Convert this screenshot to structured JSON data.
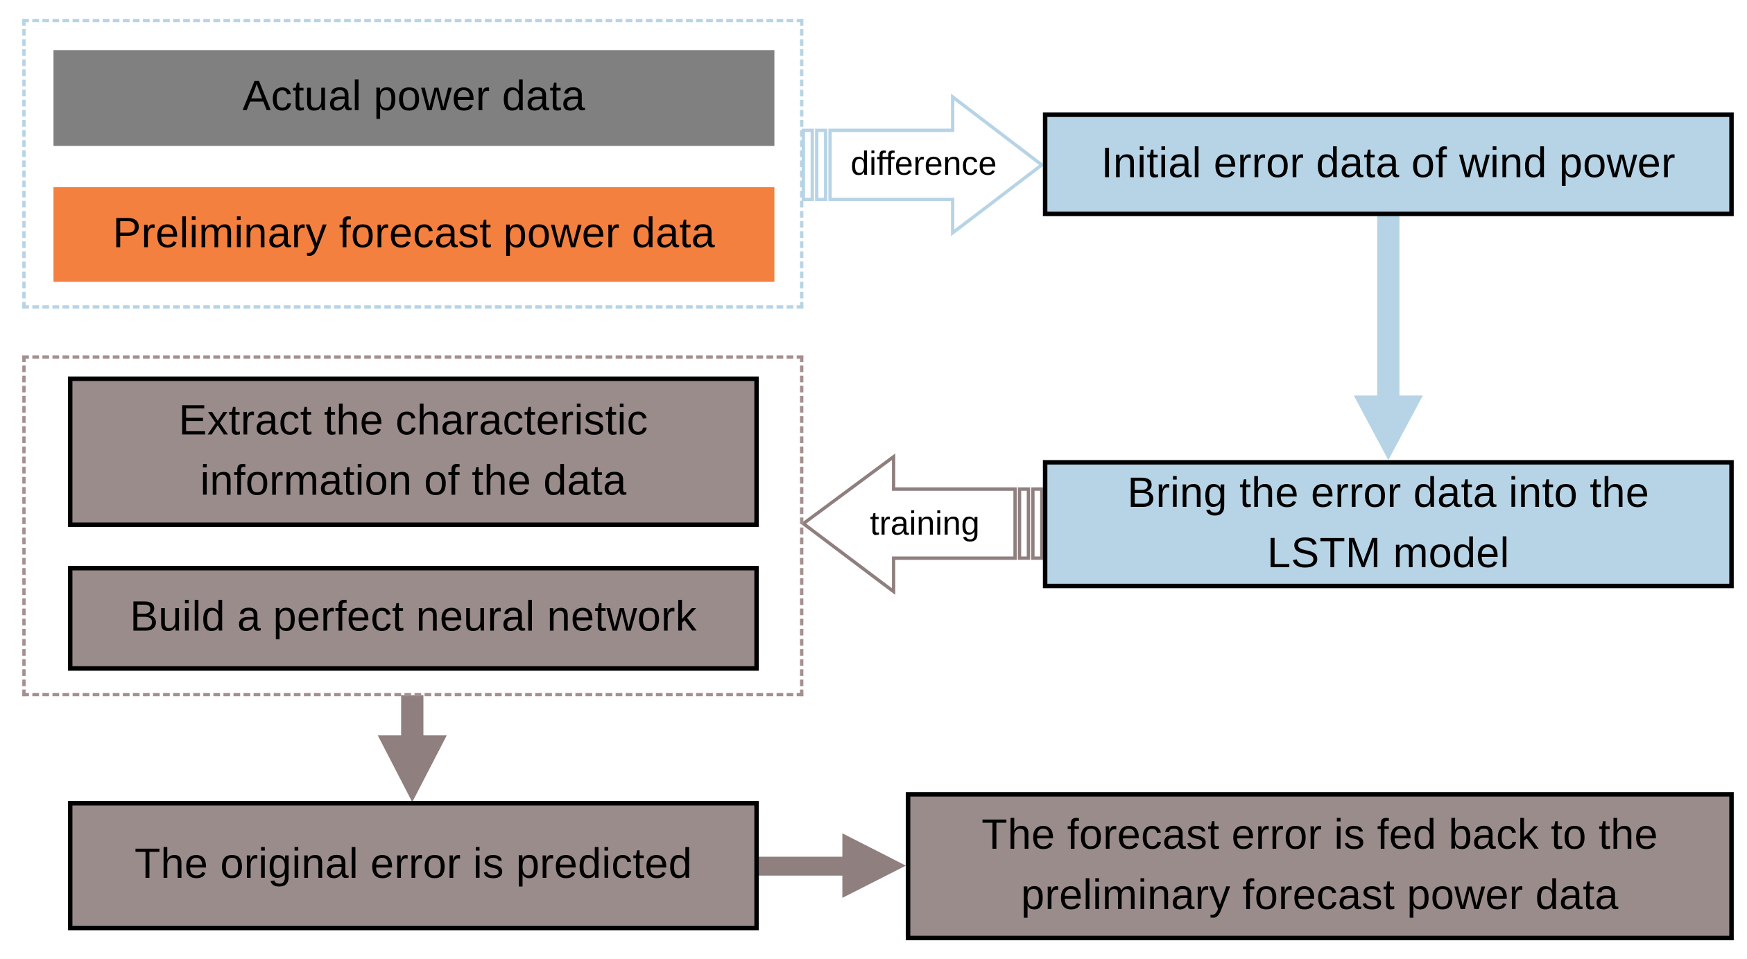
{
  "colors": {
    "gray_box": "#808080",
    "orange_box": "#f4803f",
    "blue_box": "#b7d4e6",
    "mauve_box": "#9b8c8c",
    "blue_dash": "#b7d4e6",
    "mauve_dash": "#a5908f",
    "blue_arrow": "#b7d4e6",
    "mauve_arrow": "#8f7f7f"
  },
  "nodes": {
    "actual": "Actual power data",
    "preliminary": "Preliminary forecast power data",
    "initial_error": "Initial error data of wind power",
    "lstm_line1": "Bring the error data into the",
    "lstm_line2": "LSTM model",
    "extract_line1": "Extract the characteristic",
    "extract_line2": "information of the data",
    "build": "Build a perfect neural network",
    "predicted": "The original error is predicted",
    "feedback_line1": "The forecast error is fed back to the",
    "feedback_line2": "preliminary forecast power data"
  },
  "edges": {
    "difference": "difference",
    "training": "training"
  }
}
